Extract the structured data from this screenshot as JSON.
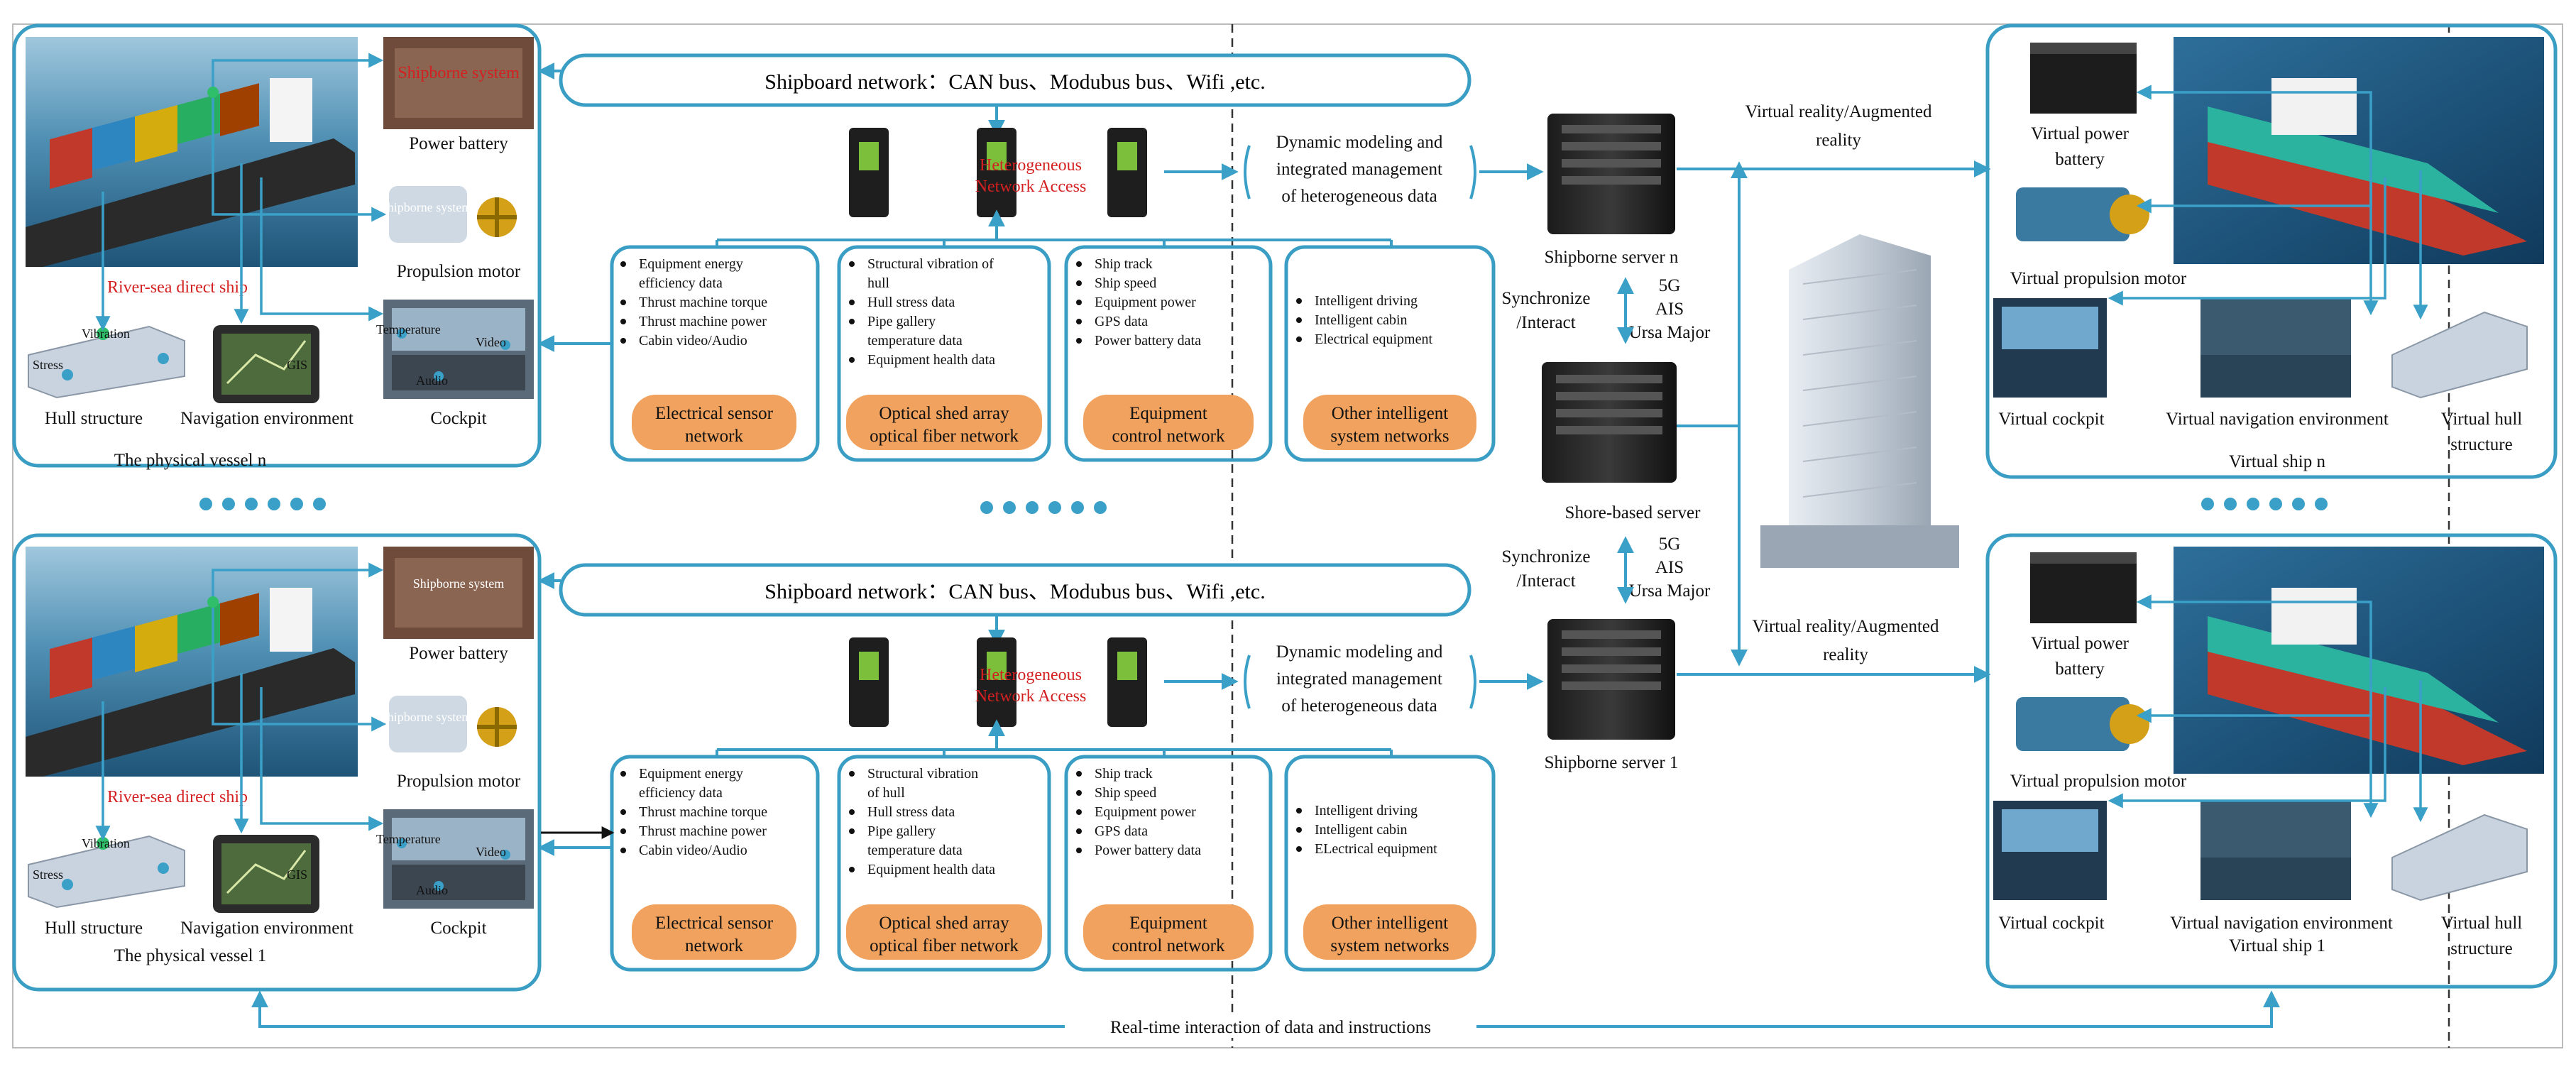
{
  "colors": {
    "frame": "#3a9ec4",
    "arrow": "#3aa0c8",
    "pill": "#f0a25e",
    "red_text": "#d42020",
    "dashed": "#333333"
  },
  "physical_n": {
    "caption": "The physical vessel n",
    "power_battery": "Power battery",
    "propulsion_motor": "Propulsion motor",
    "hull_structure": "Hull structure",
    "navigation_environment": "Navigation environment",
    "cockpit": "Cockpit",
    "river_sea": "River-sea direct ship",
    "vibration": "Vibration",
    "stress": "Stress",
    "gis": "GIS",
    "temperature": "Temperature",
    "video": "Video",
    "audio": "Audio",
    "shipborne_system": "Shipborne system"
  },
  "physical_1": {
    "caption": "The physical vessel 1",
    "power_battery": "Power battery",
    "propulsion_motor": "Propulsion motor",
    "hull_structure": "Hull structure",
    "navigation_environment": "Navigation environment",
    "cockpit": "Cockpit",
    "river_sea": "River-sea direct ship",
    "vibration": "Vibration",
    "stress": "Stress",
    "gis": "GIS",
    "temperature": "Temperature",
    "video": "Video",
    "audio": "Audio",
    "shipborne_system": "Shipborne system"
  },
  "network_n": {
    "shipboard_network": "Shipboard network：CAN bus、Modubus bus、Wifi ,etc.",
    "heterogeneous_access": [
      "Heterogeneous",
      "Network Access"
    ],
    "dynamic_modeling": [
      "Dynamic modeling and",
      "integrated management",
      "of heterogeneous data"
    ],
    "sub_networks": [
      {
        "bullets": [
          "Equipment energy",
          "efficiency data",
          "Thrust machine torque",
          "Thrust machine power",
          "Cabin video/Audio"
        ],
        "pill": [
          "Electrical sensor",
          "network"
        ]
      },
      {
        "bullets": [
          "Structural vibration of",
          "hull",
          "Hull stress data",
          "Pipe gallery",
          "temperature data",
          "Equipment health data"
        ],
        "pill": [
          "Optical shed array",
          "optical fiber network"
        ]
      },
      {
        "bullets": [
          "Ship track",
          "Ship speed",
          "Equipment power",
          "GPS data",
          "Power battery data"
        ],
        "pill": [
          "Equipment",
          "control network"
        ]
      },
      {
        "bullets": [
          "Intelligent driving",
          "Intelligent cabin",
          "Electrical equipment"
        ],
        "pill": [
          "Other intelligent",
          "system networks"
        ]
      }
    ]
  },
  "network_1": {
    "shipboard_network": "Shipboard network：CAN bus、Modubus bus、Wifi ,etc.",
    "heterogeneous_access": [
      "Heterogeneous",
      "Network Access"
    ],
    "dynamic_modeling": [
      "Dynamic modeling and",
      "integrated management",
      "of heterogeneous data"
    ],
    "sub_networks": [
      {
        "bullets": [
          "Equipment energy",
          "efficiency data",
          "Thrust machine torque",
          "Thrust machine power",
          "Cabin video/Audio"
        ],
        "pill": [
          "Electrical sensor",
          "network"
        ]
      },
      {
        "bullets": [
          "Structural vibration",
          "of hull",
          "Hull stress data",
          "Pipe gallery",
          "temperature data",
          "Equipment health data"
        ],
        "pill": [
          "Optical shed array",
          "optical fiber network"
        ]
      },
      {
        "bullets": [
          "Ship track",
          "Ship speed",
          "Equipment power",
          "GPS data",
          "Power battery data"
        ],
        "pill": [
          "Equipment",
          "control network"
        ]
      },
      {
        "bullets": [
          "Intelligent driving",
          "Intelligent cabin",
          "ELectrical equipment"
        ],
        "pill": [
          "Other intelligent",
          "system networks"
        ]
      }
    ]
  },
  "servers": {
    "shipborne_n": "Shipborne server n",
    "shore_based": "Shore-based server",
    "shipborne_1": "Shipborne server 1",
    "sync_top": [
      "Synchronize",
      "/Interact"
    ],
    "links_top": [
      "5G",
      "AIS",
      "Ursa Major"
    ],
    "sync_bottom": [
      "Synchronize",
      "/Interact"
    ],
    "links_bottom": [
      "5G",
      "AIS",
      "Ursa Major"
    ]
  },
  "vr_label_top": [
    "Virtual reality/Augmented",
    "reality"
  ],
  "vr_label_bottom": [
    "Virtual reality/Augmented",
    "reality"
  ],
  "virtual_n": {
    "caption": "Virtual ship n",
    "power_battery": [
      "Virtual power",
      "battery"
    ],
    "propulsion_motor": "Virtual propulsion motor",
    "cockpit": "Virtual cockpit",
    "navigation_environment": "Virtual navigation environment",
    "hull_structure": [
      "Virtual hull",
      "structure"
    ]
  },
  "virtual_1": {
    "caption": "Virtual ship 1",
    "power_battery": [
      "Virtual power",
      "battery"
    ],
    "propulsion_motor": "Virtual propulsion motor",
    "cockpit": "Virtual cockpit",
    "navigation_environment": "Virtual navigation environment",
    "hull_structure": [
      "Virtual hull",
      "structure"
    ]
  },
  "bottom_label": "Real-time interaction of data and instructions"
}
